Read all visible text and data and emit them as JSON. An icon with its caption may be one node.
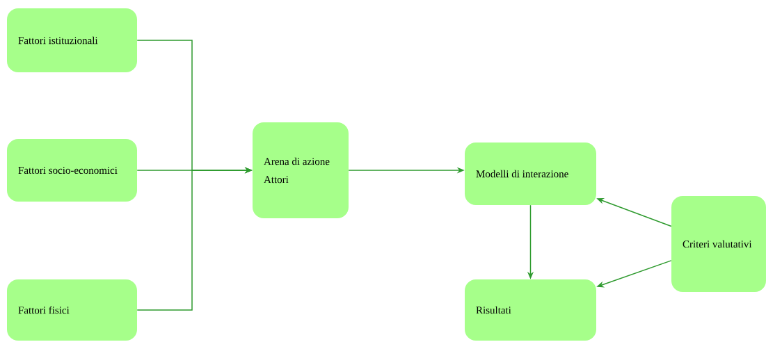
{
  "diagram": {
    "nodes": [
      {
        "text": [
          "Fattori istituzionali"
        ]
      },
      {
        "text": [
          "Fattori socio-economici"
        ]
      },
      {
        "text": [
          "Fattori fisici"
        ]
      },
      {
        "text": [
          "Arena di azione",
          "Attori"
        ]
      },
      {
        "text": [
          "Modelli di interazione"
        ]
      },
      {
        "text": [
          "Risultati"
        ]
      },
      {
        "text": [
          "Criteri valutativi"
        ]
      }
    ],
    "edges": [
      {
        "from": 0,
        "to": 3,
        "arrow": "to"
      },
      {
        "from": 1,
        "to": 3,
        "arrow": "to"
      },
      {
        "from": 2,
        "to": 3,
        "arrow": "to"
      },
      {
        "from": 3,
        "to": 4,
        "arrow": "to"
      },
      {
        "from": 4,
        "to": 5,
        "arrow": "to"
      },
      {
        "from": 6,
        "to": 4,
        "arrow": "to"
      },
      {
        "from": 6,
        "to": 5,
        "arrow": "to"
      }
    ]
  }
}
